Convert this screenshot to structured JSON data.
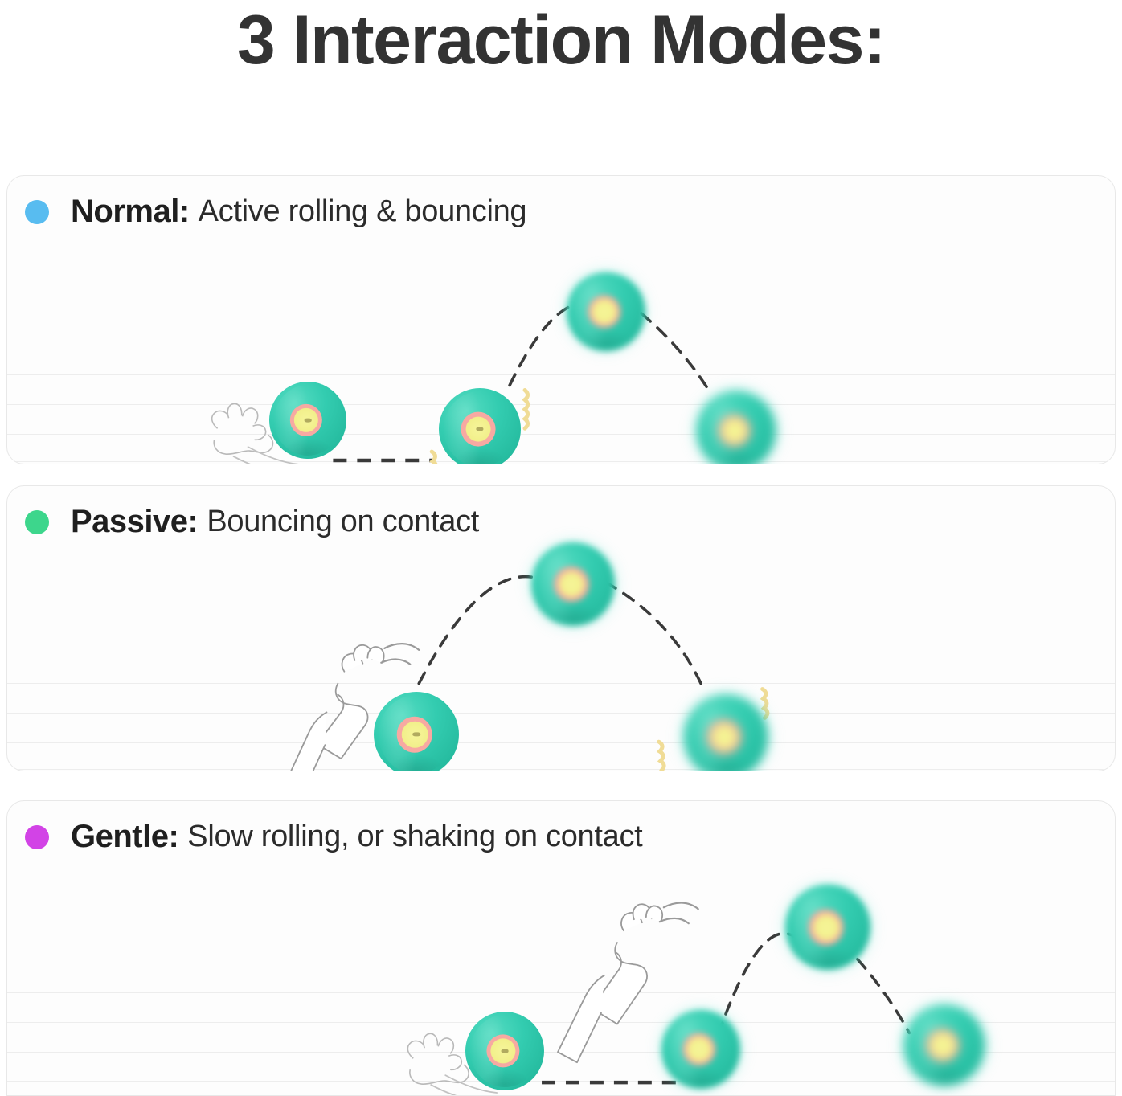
{
  "page": {
    "title": "3 Interaction Modes:",
    "background_color": "#ffffff",
    "title_color": "#333333"
  },
  "colors": {
    "normal_dot": "#58bcf0",
    "passive_dot": "#3dd68c",
    "gentle_dot": "#d243e6",
    "ball_teal": "#33ccb0",
    "ball_ring": "#f7a9a2",
    "ball_center": "#f2f08c",
    "card_border": "#e8e8e8",
    "rule_line": "#ededed",
    "trajectory": "#3a3a3a",
    "impact_squiggle": "#f0dc96"
  },
  "cards": [
    {
      "id": "normal",
      "dot_color": "#58bcf0",
      "name": "Normal:",
      "description": "Active rolling & bouncing",
      "icons": [
        "paw-print-icon",
        "ball-icon",
        "motion-trail-icon",
        "bounce-trajectory-icon",
        "impact-squiggle-icon"
      ],
      "ball_count": 4
    },
    {
      "id": "passive",
      "dot_color": "#3dd68c",
      "name": "Passive:",
      "description": "Bouncing on contact",
      "icons": [
        "cat-paw-icon",
        "ball-icon",
        "bounce-trajectory-icon",
        "impact-squiggle-icon"
      ],
      "ball_count": 3
    },
    {
      "id": "gentle",
      "dot_color": "#d243e6",
      "name": "Gentle:",
      "description": "Slow rolling, or shaking on contact",
      "icons": [
        "paw-print-icon",
        "ball-icon",
        "cat-paw-icon",
        "bounce-trajectory-icon",
        "motion-trail-icon"
      ],
      "ball_count": 4
    }
  ]
}
